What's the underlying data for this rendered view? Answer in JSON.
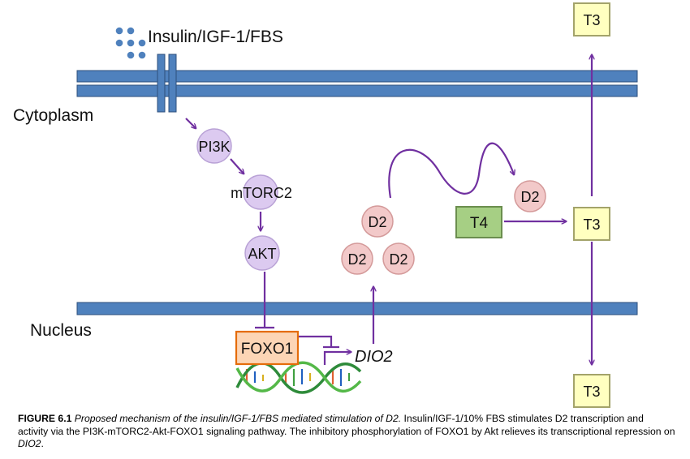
{
  "labels": {
    "ligand": "Insulin/IGF-1/FBS",
    "cytoplasm": "Cytoplasm",
    "nucleus": "Nucleus",
    "pi3k": "PI3K",
    "mtorc2": "mTORC2",
    "akt": "AKT",
    "foxo1": "FOXO1",
    "dio2": "DIO2",
    "d2": "D2",
    "t4": "T4",
    "t3": "T3"
  },
  "colors": {
    "membrane_fill": "#4f81bd",
    "membrane_stroke": "#2c4f7c",
    "arrow": "#7030a0",
    "ligand_dot": "#4f81bd",
    "kinase_fill": "#dccaf0",
    "kinase_stroke": "#b9a2d6",
    "d2_fill": "#f2c9c9",
    "d2_stroke": "#d49a9a",
    "t3_fill": "#ffffc0",
    "t3_stroke": "#a3a36a",
    "t4_fill": "#a6cf84",
    "t4_stroke": "#6b8e4e",
    "foxo1_fill": "#fcd5b5",
    "foxo1_stroke": "#e46c0a"
  },
  "caption": {
    "figure_label": "FIGURE 6.1",
    "title": "Proposed mechanism of the insulin/IGF-1/FBS mediated stimulation of D2.",
    "body_1": "Insulin/IGF-1/10% FBS stimulates D2 transcription and activity via the PI3K-mTORC2-Akt-FOXO1 signaling pathway.  The inhibitory phosphorylation of FOXO1 by Akt relieves its transcriptional repression on ",
    "body_gene": "DIO2",
    "body_end": "."
  }
}
